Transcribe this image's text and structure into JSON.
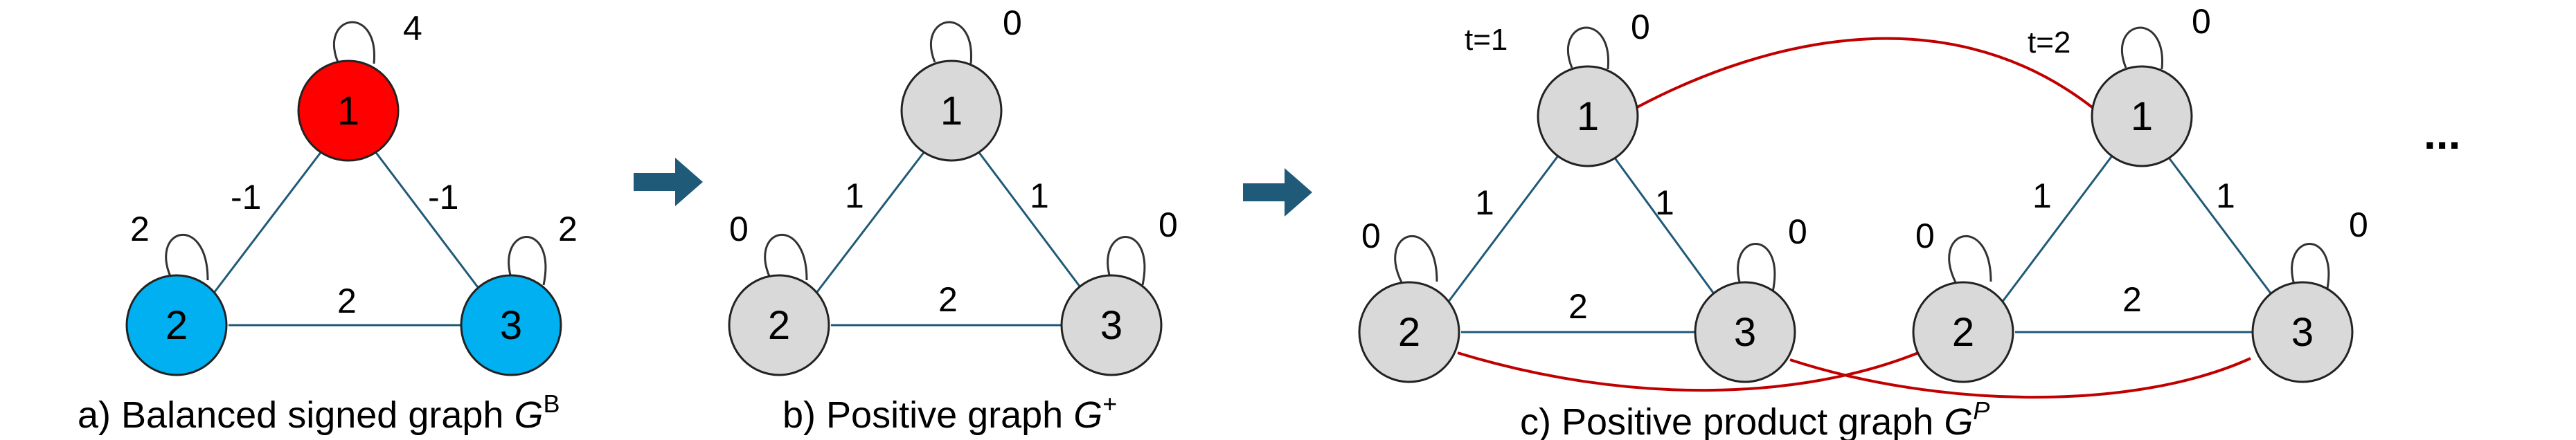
{
  "colors": {
    "edge": "#1f5a78",
    "loop": "#333333",
    "node_stroke": "#222222",
    "gray": "#d9d9d9",
    "red": "#ff0000",
    "blue": "#00b0f0",
    "arrow": "#1f5a78",
    "cross": "#c00000"
  },
  "panel_a": {
    "caption": "a) Balanced signed graph ",
    "caption_sym": "G",
    "caption_sup": "B",
    "nodes": [
      {
        "label": "1",
        "loop": "4"
      },
      {
        "label": "2",
        "loop": "2"
      },
      {
        "label": "3",
        "loop": "2"
      }
    ],
    "edges": [
      "-1",
      "-1",
      "2"
    ]
  },
  "panel_b": {
    "caption": "b) Positive graph ",
    "caption_sym": "G",
    "caption_sup": "+",
    "nodes": [
      {
        "label": "1",
        "loop": "0"
      },
      {
        "label": "2",
        "loop": "0"
      },
      {
        "label": "3",
        "loop": "0"
      }
    ],
    "edges": [
      "1",
      "1",
      "2"
    ]
  },
  "panel_c": {
    "caption": "c) Positive product graph ",
    "caption_sym": "G",
    "caption_sup": "P",
    "t1": "t=1",
    "t2": "t=2",
    "ellipsis": "...",
    "copy1": {
      "nodes": [
        {
          "label": "1",
          "loop": "0"
        },
        {
          "label": "2",
          "loop": "0"
        },
        {
          "label": "3",
          "loop": "0"
        }
      ],
      "edges": [
        "1",
        "1",
        "2"
      ]
    },
    "copy2": {
      "nodes": [
        {
          "label": "1",
          "loop": "0"
        },
        {
          "label": "2",
          "loop": "0"
        },
        {
          "label": "3",
          "loop": "0"
        }
      ],
      "edges": [
        "1",
        "1",
        "2"
      ]
    }
  }
}
